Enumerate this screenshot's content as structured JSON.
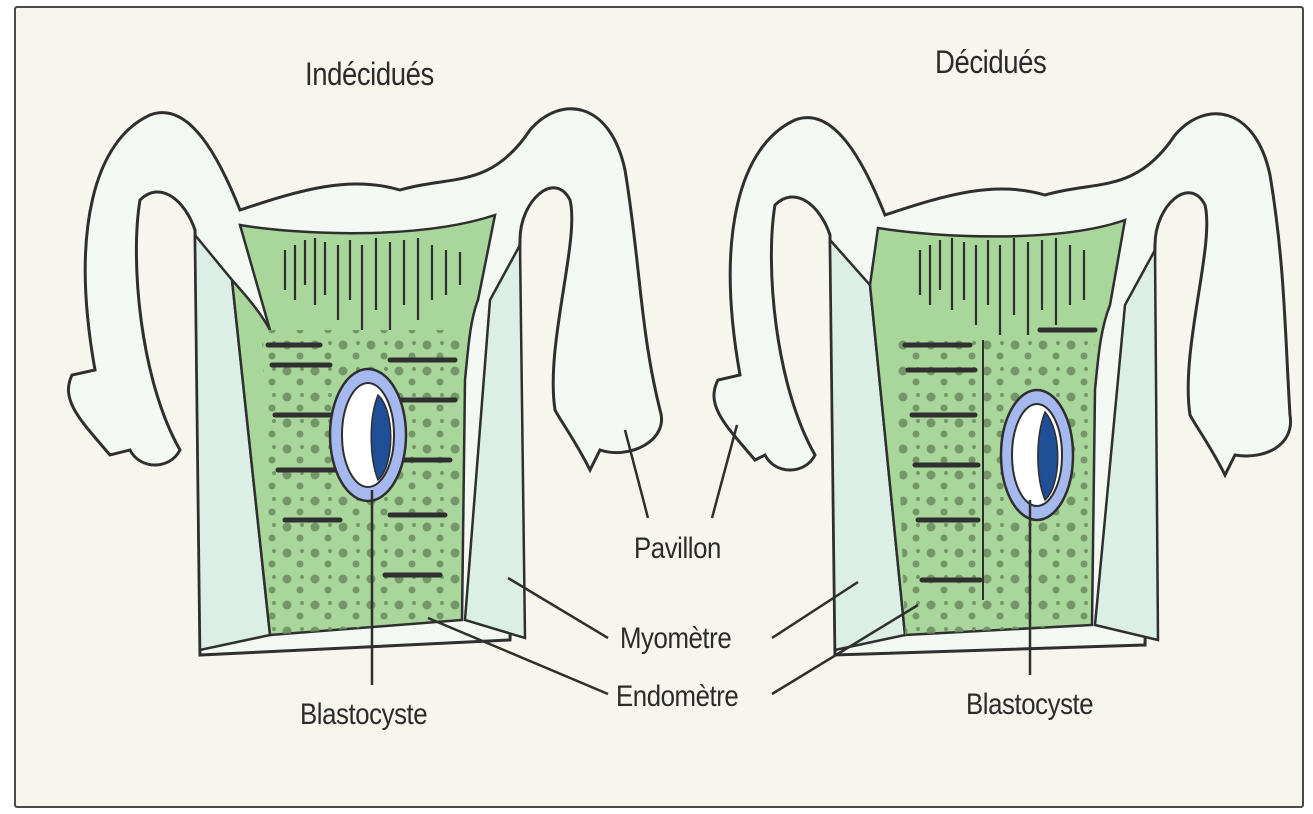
{
  "panels": [
    {
      "title": "Indécidués"
    },
    {
      "title": "Décidués"
    }
  ],
  "labels": {
    "pavillon": "Pavillon",
    "myometre": "Myomètre",
    "endometre": "Endomètre",
    "blastocyste_left": "Blastocyste",
    "blastocyste_right": "Blastocyste"
  },
  "colors": {
    "myometrium": "#dcefe6",
    "endometrium": "#a9d69a",
    "gland_dots": "#6f8f62",
    "blastocyst_ring": "#a6b9ee",
    "blastocyst_mass": "#1f4f96",
    "outline": "#2f2f2f"
  }
}
